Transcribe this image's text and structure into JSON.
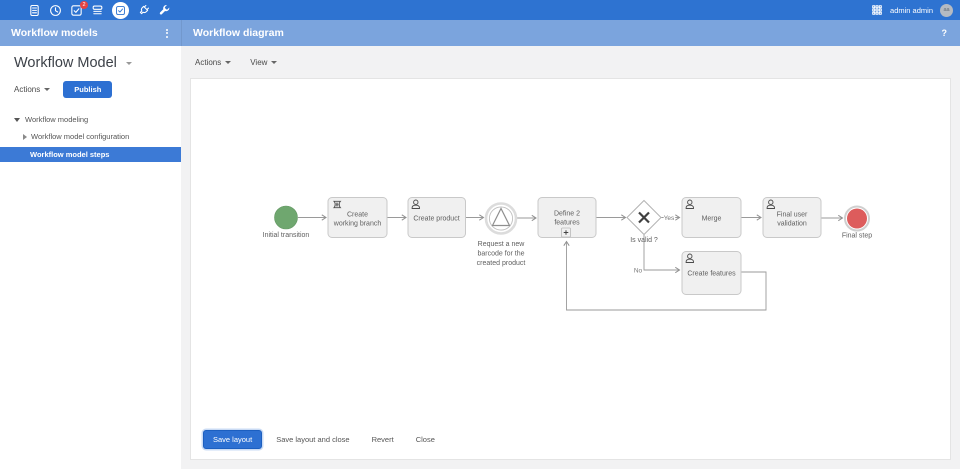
{
  "colors": {
    "topbar": "#2e73d1",
    "panel_header": "#7ba4dd",
    "accent": "#2d70d2",
    "selection": "#3c7ad6",
    "node_green": "#6fa76f",
    "node_red": "#dd5c5c",
    "badge": "#e54343"
  },
  "topbar": {
    "badge_count": "2",
    "user_name": "admin admin",
    "avatar_initials": "aa",
    "icon_names": [
      "records-icon",
      "history-icon",
      "tasks-icon",
      "queue-icon",
      "workflow-active-icon",
      "plugin-icon",
      "tools-icon",
      "apps-grid-icon"
    ]
  },
  "sidebar": {
    "header_title": "Workflow models",
    "record_title": "Workflow Model",
    "actions_label": "Actions",
    "publish_label": "Publish",
    "tree": {
      "root_label": "Workflow modeling",
      "children": [
        {
          "label": "Workflow model configuration"
        },
        {
          "label": "Workflow model steps"
        }
      ]
    }
  },
  "main": {
    "header_title": "Workflow diagram",
    "help_label": "?",
    "menu": {
      "actions_label": "Actions",
      "view_label": "View"
    },
    "footer": {
      "save_label": "Save layout",
      "save_close_label": "Save layout and close",
      "revert_label": "Revert",
      "close_label": "Close"
    }
  },
  "diagram": {
    "initial": {
      "label": "Initial transition"
    },
    "create_branch": {
      "line1": "Create",
      "line2": "working branch"
    },
    "create_product": {
      "label": "Create product"
    },
    "barcode_event": {
      "line1": "Request a new",
      "line2": "barcode for the",
      "line3": "created product"
    },
    "define_features": {
      "line1": "Define 2",
      "line2": "features"
    },
    "gateway": {
      "label": "Is valid ?",
      "yes_label": "Yes",
      "no_label": "No"
    },
    "merge": {
      "label": "Merge"
    },
    "final_validation": {
      "line1": "Final user",
      "line2": "validation"
    },
    "final_step": {
      "label": "Final step"
    },
    "create_features": {
      "label": "Create features"
    }
  }
}
